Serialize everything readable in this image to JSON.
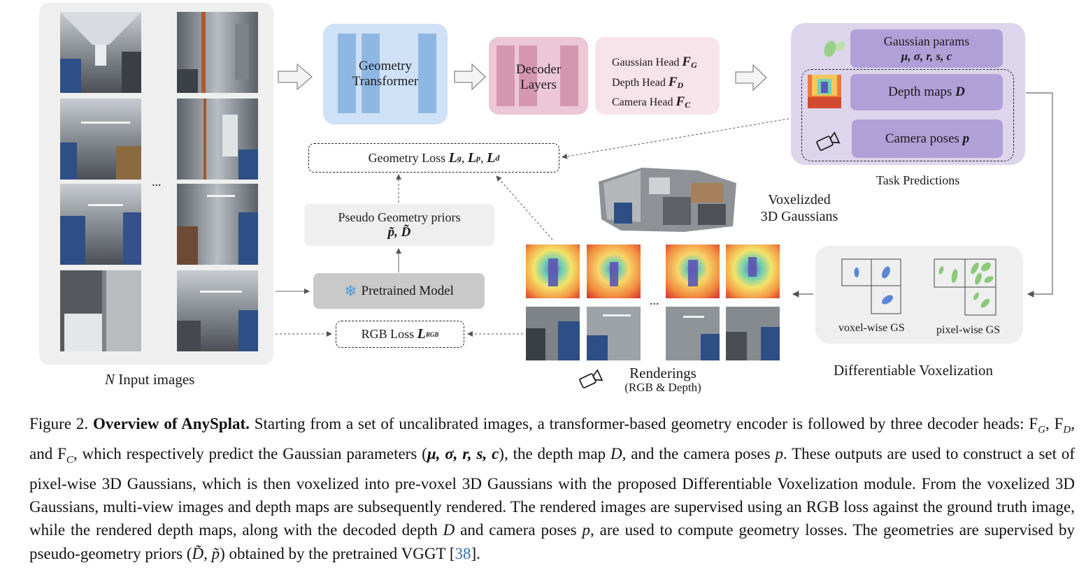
{
  "input_panel": {
    "label_n": "N",
    "label_rest": " Input images",
    "ellipsis": "..."
  },
  "geometry_transformer": {
    "line1": "Geometry",
    "line2": "Transformer"
  },
  "decoder_layers": {
    "line1": "Decoder",
    "line2": "Layers"
  },
  "heads": [
    {
      "name": "Gaussian Head",
      "sym": "F",
      "sub": "G"
    },
    {
      "name": "Depth Head",
      "sym": "F",
      "sub": "D"
    },
    {
      "name": "Camera Head",
      "sym": "F",
      "sub": "C"
    }
  ],
  "task_predictions": {
    "gaussian_params": "Gaussian params",
    "gaussian_symbols": "μ, σ, r, s, c",
    "depth_maps": "Depth maps",
    "depth_sym": "D",
    "camera_poses": "Camera poses",
    "camera_sym": "p",
    "title": "Task Predictions"
  },
  "geometry_loss": {
    "text": "Geometry Loss",
    "l1": "L",
    "s1": "g",
    "l2": "L",
    "s2": "p",
    "l3": "L",
    "s3": "d"
  },
  "pseudo_priors": {
    "line1": "Pseudo Geometry priors",
    "line2": "p̃, D̃"
  },
  "pretrained_model": {
    "label": "Pretrained Model",
    "icon": "❄"
  },
  "rgb_loss": {
    "text": "RGB Loss",
    "sym": "L",
    "sub": "RGB"
  },
  "voxelized": {
    "line1": "Voxelizded",
    "line2": "3D Gaussians"
  },
  "renderings": {
    "line1": "Renderings",
    "line2": "(RGB & Depth)",
    "ellipsis": "..."
  },
  "voxelization": {
    "voxel_label": "voxel-wise GS",
    "pixel_label": "pixel-wise GS",
    "title": "Differentiable Voxelization"
  },
  "caption": {
    "fig": "Figure 2.",
    "title": "Overview of AnySplat.",
    "p1": " Starting from a set of uncalibrated images, a transformer-based geometry encoder is followed by three decoder heads: F",
    "p2": ", F",
    "p3": ", and F",
    "p4": ", which respectively predict the Gaussian parameters (",
    "p5": "), the depth map ",
    "p6": ", and the camera poses ",
    "p7": ". These outputs are used to construct a set of pixel-wise 3D Gaussians, which is then voxelized into pre-voxel 3D Gaussians with the proposed Differentiable Voxelization module. From the voxelized 3D Gaussians, multi-view images and depth maps are subsequently rendered. The rendered images are supervised using an RGB loss against the ground truth image, while the rendered depth maps, along with the decoded depth ",
    "p8": " and camera poses ",
    "p9": ", are used to compute geometry losses. The geometries are supervised by pseudo-geometry priors (",
    "p10": ") obtained by the pretrained VGGT [",
    "cite": "38",
    "p11": "].",
    "subG": "G",
    "subD": "D",
    "subC": "C",
    "params": "μ, σ, r, s, c",
    "D": "D",
    "p": "p",
    "priors": "D̃, p̃"
  }
}
